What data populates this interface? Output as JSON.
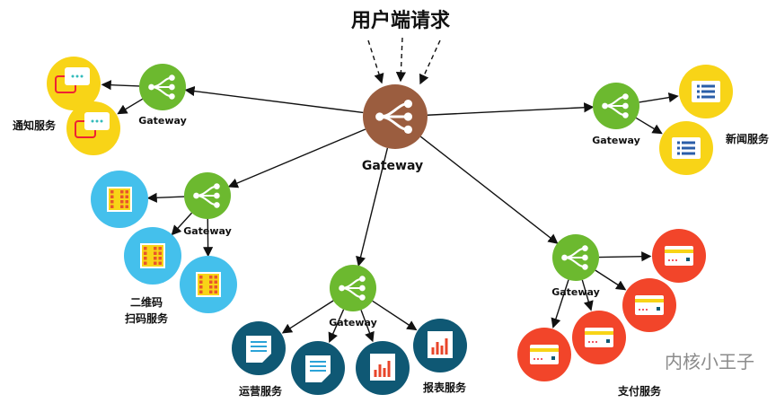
{
  "title": "用户端请求",
  "main_gateway": {
    "label": "Gateway",
    "icon": "split-arrow-icon",
    "color": "#9b5d3f"
  },
  "gateway_color": "#6cb92f",
  "groups": [
    {
      "id": "notify",
      "gateway_label": "Gateway",
      "service_label": [
        "通知服务"
      ],
      "color": "#f8d417",
      "icon": "chat-bubble-icon"
    },
    {
      "id": "news",
      "gateway_label": "Gateway",
      "service_label": [
        "新闻服务"
      ],
      "color": "#f8d417",
      "icon": "list-doc-icon"
    },
    {
      "id": "qr",
      "gateway_label": "Gateway",
      "service_label": [
        "二维码",
        "扫码服务"
      ],
      "color": "#44c0ec",
      "icon": "qr-code-icon"
    },
    {
      "id": "ops",
      "gateway_label": "Gateway",
      "service_label": [
        "运营服务",
        "报表服务"
      ],
      "color": "#0f5874",
      "icon": "report-icon"
    },
    {
      "id": "pay",
      "gateway_label": "Gateway",
      "service_label": [
        "支付服务"
      ],
      "color": "#f2452a",
      "icon": "credit-card-icon"
    }
  ],
  "watermark": "内核小王子"
}
